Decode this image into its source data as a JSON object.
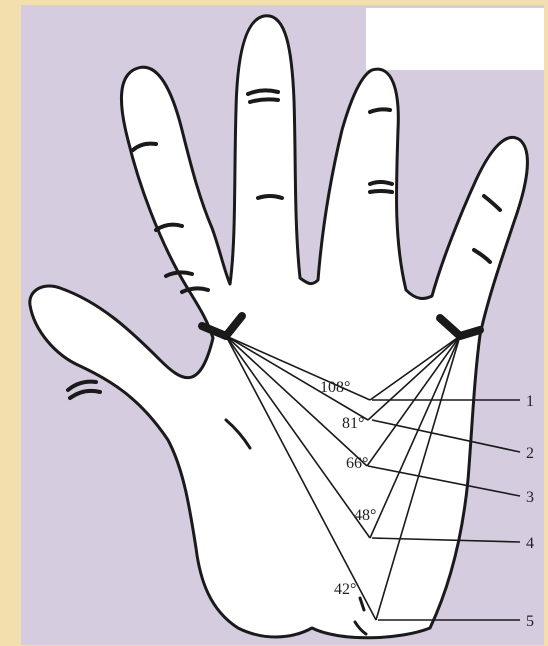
{
  "diagram": {
    "angles": [
      "108°",
      "81°",
      "66°",
      "48°",
      "42°"
    ],
    "numbers": [
      "1",
      "2",
      "3",
      "4",
      "5"
    ],
    "colors": {
      "border": "#f3dfae",
      "panel": "#d6cce0",
      "hand_fill": "#ffffff",
      "outline": "#1a1a1a"
    }
  }
}
